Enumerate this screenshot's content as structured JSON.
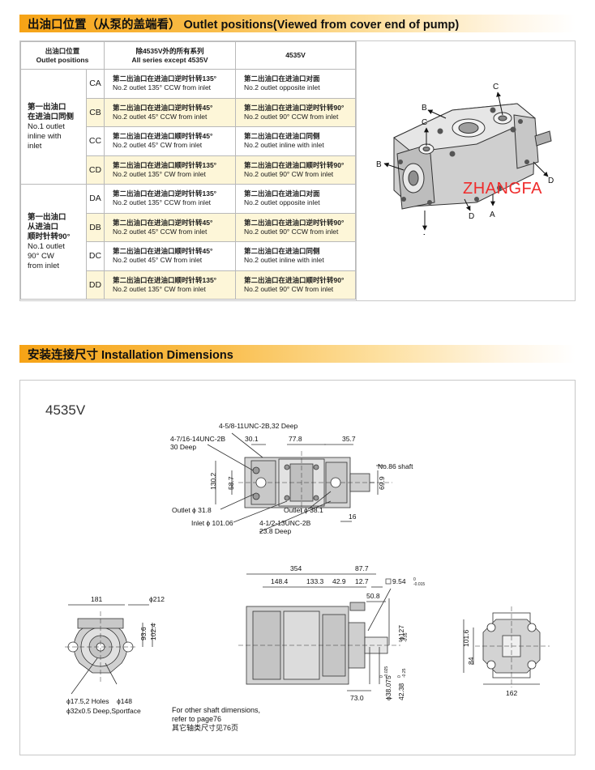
{
  "section1_title": "出油口位置（从泵的盖端看） Outlet positions(Viewed from cover end of pump)",
  "table": {
    "h1_cn": "出油口位置",
    "h1_en": "Outlet positions",
    "h2_cn": "除4535V外的所有系列",
    "h2_en": "All series except 4535V",
    "h3": "4535V",
    "groups": [
      {
        "cn1": "第一出油口",
        "cn2": "在进油口同侧",
        "en1": "No.1 outlet",
        "en2": "inline with",
        "en3": "inlet",
        "rows": [
          {
            "code": "CA",
            "c1": "第二出油口在进油口逆时针转135°",
            "e1": "No.2 outlet 135°  CCW from inlet",
            "c2": "第二出油口在进油口对面",
            "e2": "No.2 outlet opposite inlet"
          },
          {
            "code": "CB",
            "c1": "第二出油口在进油口逆时针转45°",
            "e1": "No.2 outlet 45°  CCW from inlet",
            "c2": "第二出油口在进油口逆时针转90°",
            "e2": "No.2 outlet 90°  CCW from inlet"
          },
          {
            "code": "CC",
            "c1": "第二出油口在进油口顺时针转45°",
            "e1": "No.2 outlet 45°  CW from inlet",
            "c2": "第二出油口在进油口同侧",
            "e2": "No.2 outlet inline with inlet"
          },
          {
            "code": "CD",
            "c1": "第二出油口在进油口顺时针转135°",
            "e1": "No.2 outlet 135°  CW from inlet",
            "c2": "第二出油口在进油口顺时针转90°",
            "e2": "No.2 outlet 90°  CW from inlet"
          }
        ]
      },
      {
        "cn1": "第一出油口",
        "cn2": "从进油口",
        "cn3": "顺时针转90°",
        "en1": "No.1 outlet",
        "en2": "90°  CW",
        "en3": "from inlet",
        "rows": [
          {
            "code": "DA",
            "c1": "第二出油口在进油口逆时针转135°",
            "e1": "No.2 outlet 135°  CCW from inlet",
            "c2": "第二出油口在进油口对面",
            "e2": "No.2 outlet opposite inlet"
          },
          {
            "code": "DB",
            "c1": "第二出油口在进油口逆时针转45°",
            "e1": "No.2 outlet 45°  CCW from inlet",
            "c2": "第二出油口在进油口逆时针转90°",
            "e2": "No.2 outlet 90°  CCW from inlet"
          },
          {
            "code": "DC",
            "c1": "第二出油口在进油口顺时针转45°",
            "e1": "No.2 outlet 45°  CW from inlet",
            "c2": "第二出油口在进油口同侧",
            "e2": "No.2 outlet inline with inlet"
          },
          {
            "code": "DD",
            "c1": "第二出油口在进油口顺时针转135°",
            "e1": "No.2 outlet 135°  CW from inlet",
            "c2": "第二出油口在进油口顺时针转90°",
            "e2": "No.2 outlet 90°  CW from inlet"
          }
        ]
      }
    ]
  },
  "pump_labels": {
    "a": "A",
    "b": "B",
    "c": "C",
    "d": "D"
  },
  "watermark": "ZHANGFA",
  "section2_title": "安装连接尺寸 Installation Dimensions",
  "model": "4535V",
  "dims_top": {
    "t1": "4-5/8-11UNC-2B,32 Deep",
    "t2": "4-7/16-14UNC-2B",
    "t3": "30 Deep",
    "d301": "30.1",
    "d778": "77.8",
    "d357": "35.7",
    "shaft": "No.86 shaft",
    "d1302": "130.2",
    "d587": "58.7",
    "d699": "69.9",
    "outlet1": "Outlet ϕ 31.8",
    "outlet2": "Outlet ϕ 38.1",
    "inlet": "Inlet ϕ 101.06",
    "d16": "16",
    "t4": "4-1/2-13UNC-2B",
    "t5": "23.8 Deep"
  },
  "dims_left": {
    "d181": "181",
    "d212": "ϕ212",
    "d936": "93.6",
    "d1024": "102.4",
    "holes": "ϕ17.5,2 Holes",
    "d148": "ϕ148",
    "spotface": "ϕ32x0.5 Deep,Sportface"
  },
  "dims_mid": {
    "d354": "354",
    "d877": "87.7",
    "d1484": "148.4",
    "d1333": "133.3",
    "d429": "42.9",
    "d127": "12.7",
    "key": "9.54",
    "key_tol_up": "0",
    "key_tol_dn": "-0.015",
    "d508": "50.8",
    "d127b": "ϕ127",
    "d127b_tol_up": "0",
    "d127b_tol_dn": "-0.05",
    "d730": "73.0",
    "d38075": "ϕ38.075",
    "d38075_tol_up": "0",
    "d38075_tol_dn": "-0.025",
    "d4238": "42.38",
    "d4238_tol_up": "0",
    "d4238_tol_dn": "-0.25"
  },
  "dims_right": {
    "d1016": "101.6",
    "d84": "84",
    "d162": "162"
  },
  "note": {
    "l1": "For other shaft dimensions,",
    "l2": "refer to page",
    "page": "76",
    "l3": "其它轴类尺寸见76页"
  }
}
